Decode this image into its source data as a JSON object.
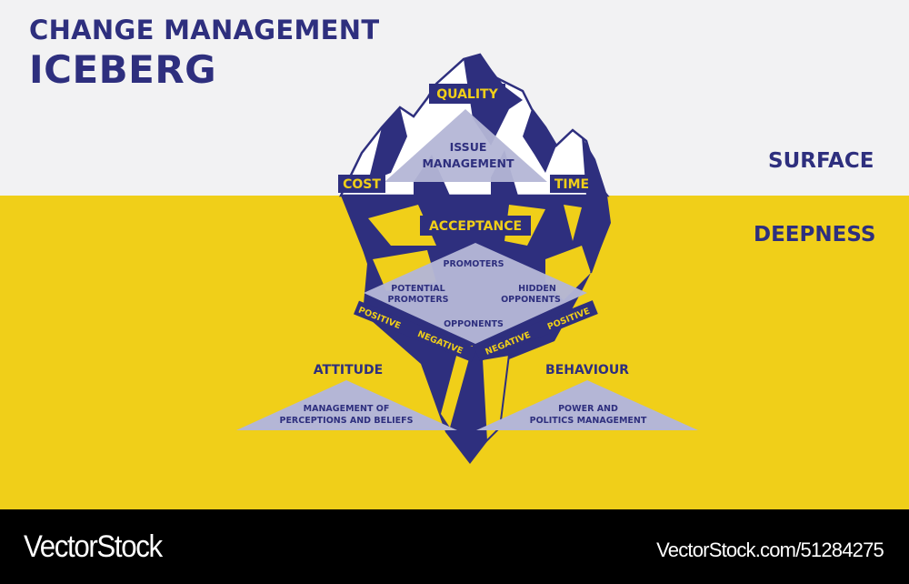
{
  "title": {
    "line1": "CHANGE MANAGEMENT",
    "line2": "ICEBERG"
  },
  "zones": {
    "surface": "SURFACE",
    "deepness": "DEEPNESS"
  },
  "tip": {
    "top_label": "QUALITY",
    "left_label": "COST",
    "right_label": "TIME",
    "center_line1": "ISSUE",
    "center_line2": "MANAGEMENT"
  },
  "acceptance": {
    "title": "ACCEPTANCE",
    "top": "PROMOTERS",
    "left_line1": "POTENTIAL",
    "left_line2": "PROMOTERS",
    "right_line1": "HIDDEN",
    "right_line2": "OPPONENTS",
    "bottom": "OPPONENTS",
    "band_left_positive": "POSITIVE",
    "band_left_negative": "NEGATIVE",
    "band_right_negative": "NEGATIVE",
    "band_right_positive": "POSITIVE"
  },
  "attitude": {
    "title": "ATTITUDE",
    "line1": "MANAGEMENT OF",
    "line2": "PERCEPTIONS AND BELIEFS"
  },
  "behaviour": {
    "title": "BEHAVIOUR",
    "line1": "POWER AND",
    "line2": "POLITICS MANAGEMENT"
  },
  "footer": {
    "brand": "VectorStock",
    "url": "VectorStock.com/51284275"
  },
  "colors": {
    "navy": "#2e2f7e",
    "yellow": "#f0cf19",
    "lavender": "#b4b6d6",
    "surface_bg": "#f2f2f3",
    "footer_bg": "#000000"
  }
}
